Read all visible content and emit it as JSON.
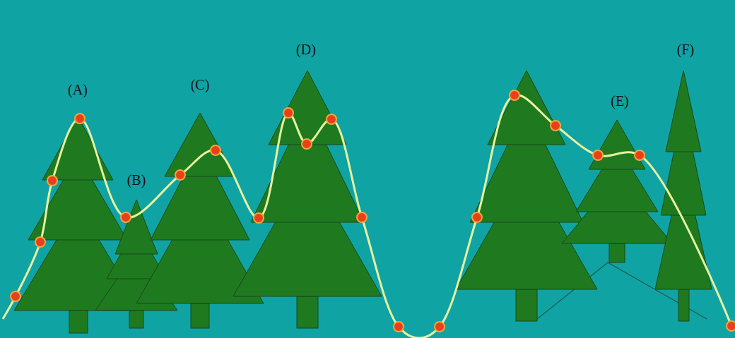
{
  "diagram": {
    "labels": [
      "(A)",
      "(B)",
      "(C)",
      "(D)",
      "(E)",
      "(F)"
    ]
  }
}
